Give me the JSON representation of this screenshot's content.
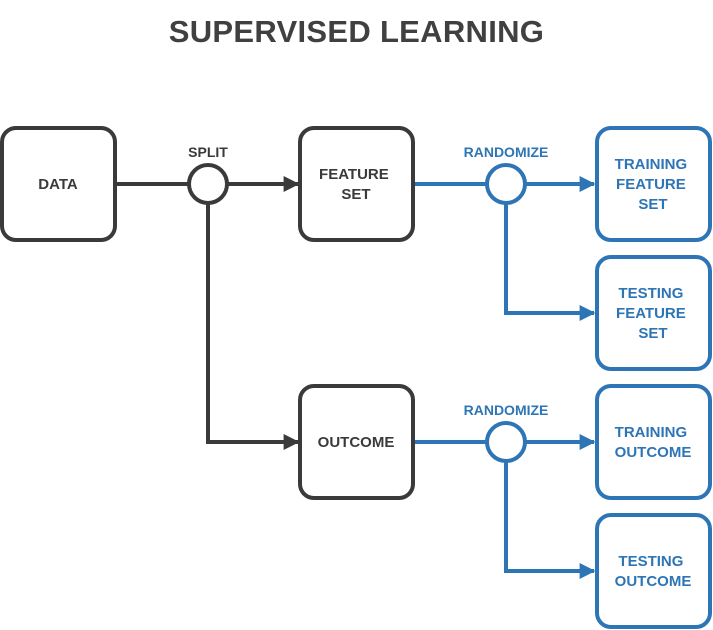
{
  "title": "SUPERVISED LEARNING",
  "colors": {
    "dark": "#3a3a3a",
    "blue": "#2e75b6",
    "title": "#404040"
  },
  "nodes": {
    "data": [
      "DATA"
    ],
    "feature_set": [
      "FEATURE",
      "SET"
    ],
    "outcome": [
      "OUTCOME"
    ],
    "training_feature_set": [
      "TRAINING",
      "FEATURE",
      "SET"
    ],
    "testing_feature_set": [
      "TESTING",
      "FEATURE",
      "SET"
    ],
    "training_outcome": [
      "TRAINING",
      "OUTCOME"
    ],
    "testing_outcome": [
      "TESTING",
      "OUTCOME"
    ]
  },
  "labels": {
    "split": "SPLIT",
    "randomize_feature": "RANDOMIZE",
    "randomize_outcome": "RANDOMIZE"
  }
}
